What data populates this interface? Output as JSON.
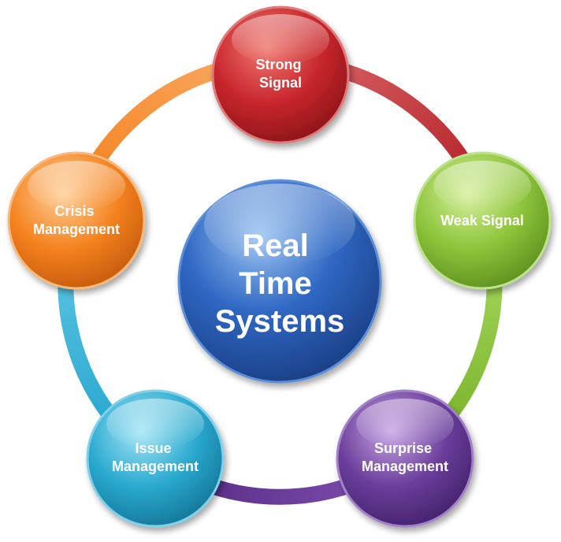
{
  "center": {
    "lines": [
      "Real",
      "Time",
      "Systems"
    ],
    "color": "#2f68c4"
  },
  "nodes": [
    {
      "id": "strong-signal",
      "lines": [
        "Strong",
        "Signal"
      ],
      "color": "#c0282e"
    },
    {
      "id": "weak-signal",
      "lines": [
        "Weak Signal"
      ],
      "color": "#8cc43a"
    },
    {
      "id": "surprise-management",
      "lines": [
        "Surprise",
        "Management"
      ],
      "color": "#6a3d9a"
    },
    {
      "id": "issue-management",
      "lines": [
        "Issue",
        "Management"
      ],
      "color": "#2aa9cf"
    },
    {
      "id": "crisis-management",
      "lines": [
        "Crisis",
        "Management"
      ],
      "color": "#f5821f"
    }
  ]
}
